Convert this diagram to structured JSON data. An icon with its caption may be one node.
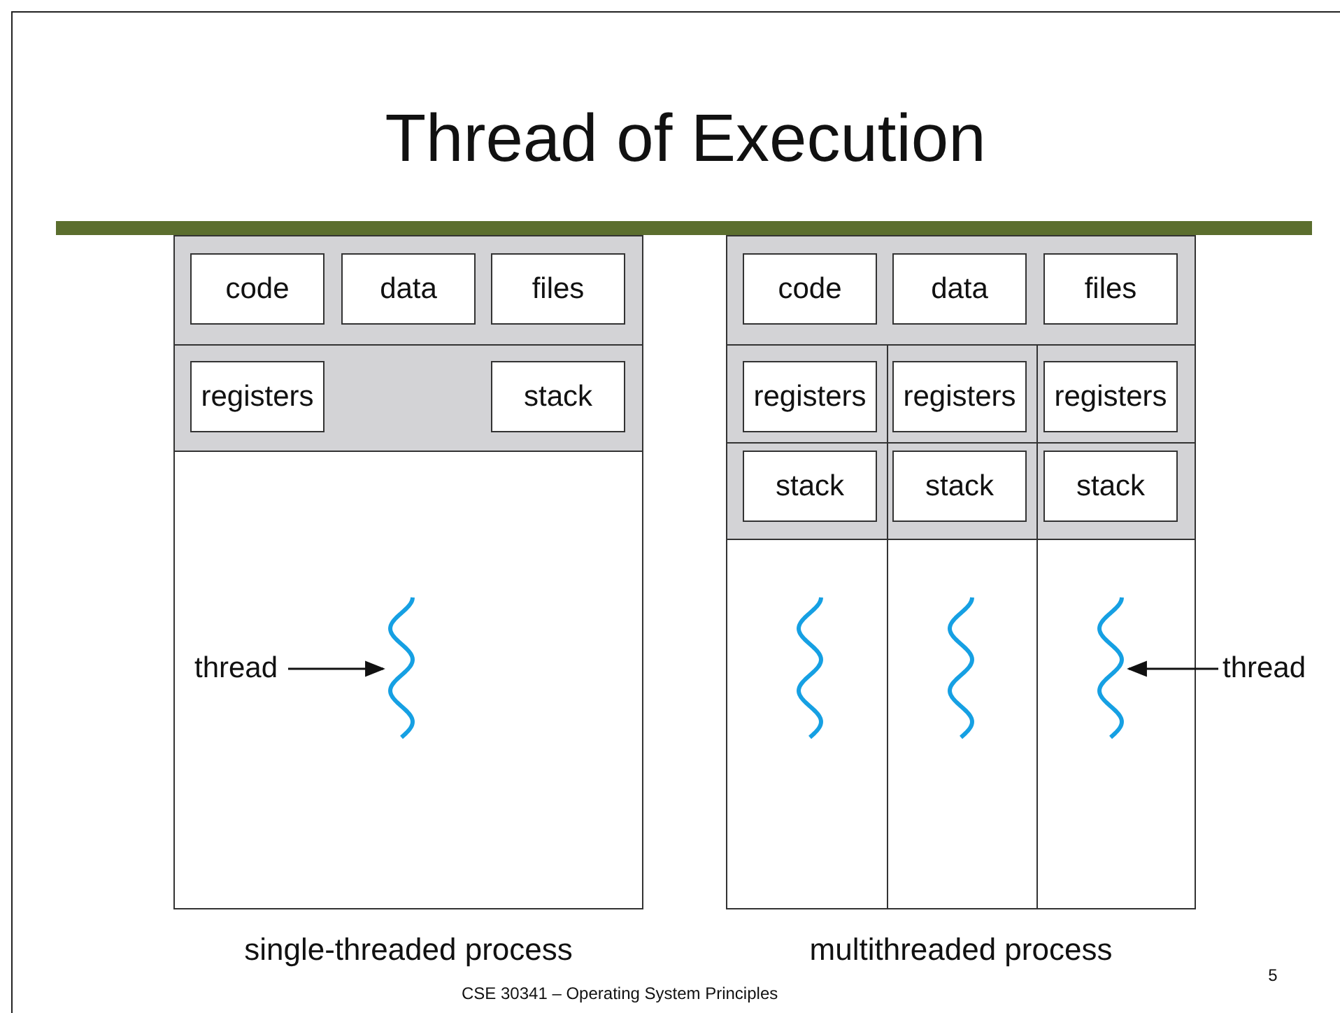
{
  "diagram": {
    "title": "Thread of Execution",
    "nodes": [
      {
        "text": [],
        "shape": "box",
        "beside": [
          "single-threaded process"
        ]
      },
      {
        "text": [
          "code"
        ],
        "in": 0
      },
      {
        "text": [
          "data"
        ],
        "in": 0
      },
      {
        "text": [
          "files"
        ],
        "in": 0
      },
      {
        "text": [
          "registers"
        ],
        "in": 0
      },
      {
        "text": [
          "stack"
        ],
        "in": 0
      },
      {
        "text": [
          "thread"
        ],
        "in": 0
      },
      {
        "text": [],
        "shape": "squiggle",
        "in": 0
      },
      {
        "text": [],
        "shape": "box",
        "beside": [
          "multithreaded process"
        ]
      },
      {
        "text": [
          "code"
        ],
        "in": 8
      },
      {
        "text": [
          "data"
        ],
        "in": 8
      },
      {
        "text": [
          "files"
        ],
        "in": 8
      },
      {
        "text": [
          "registers"
        ],
        "in": 8
      },
      {
        "text": [
          "registers"
        ],
        "in": 8
      },
      {
        "text": [
          "registers"
        ],
        "in": 8
      },
      {
        "text": [
          "stack"
        ],
        "in": 8
      },
      {
        "text": [
          "stack"
        ],
        "in": 8
      },
      {
        "text": [
          "stack"
        ],
        "in": 8
      },
      {
        "text": [],
        "shape": "squiggle",
        "in": 8
      },
      {
        "text": [],
        "shape": "squiggle",
        "in": 8
      },
      {
        "text": [],
        "shape": "squiggle",
        "in": 8
      },
      {
        "text": [
          "thread"
        ]
      }
    ],
    "edges": [
      {
        "from": 6,
        "to": 7,
        "arrow": "to"
      },
      {
        "from": 21,
        "to": 20,
        "arrow": "to"
      }
    ],
    "labels": [
      "CSE 30341 – Operating System Principles",
      "5"
    ]
  }
}
